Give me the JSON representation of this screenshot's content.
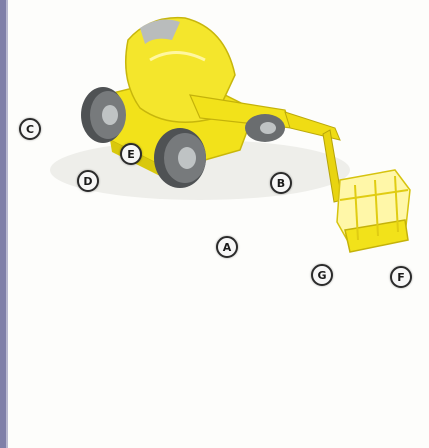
{
  "diagram": {
    "colors": {
      "body": "#f2e21a",
      "body_shadow": "#d9c80c",
      "tire": "#777a7c",
      "tire_dark": "#4f5254",
      "hub": "#bfc3c4",
      "rule": "#7f7fa8"
    },
    "callouts": [
      {
        "id": "A",
        "text": "A"
      },
      {
        "id": "B",
        "text": "B"
      },
      {
        "id": "C",
        "text": "C"
      },
      {
        "id": "D",
        "text": "D"
      },
      {
        "id": "E",
        "text": "E"
      },
      {
        "id": "F",
        "text": "F"
      },
      {
        "id": "G",
        "text": "G"
      }
    ]
  }
}
